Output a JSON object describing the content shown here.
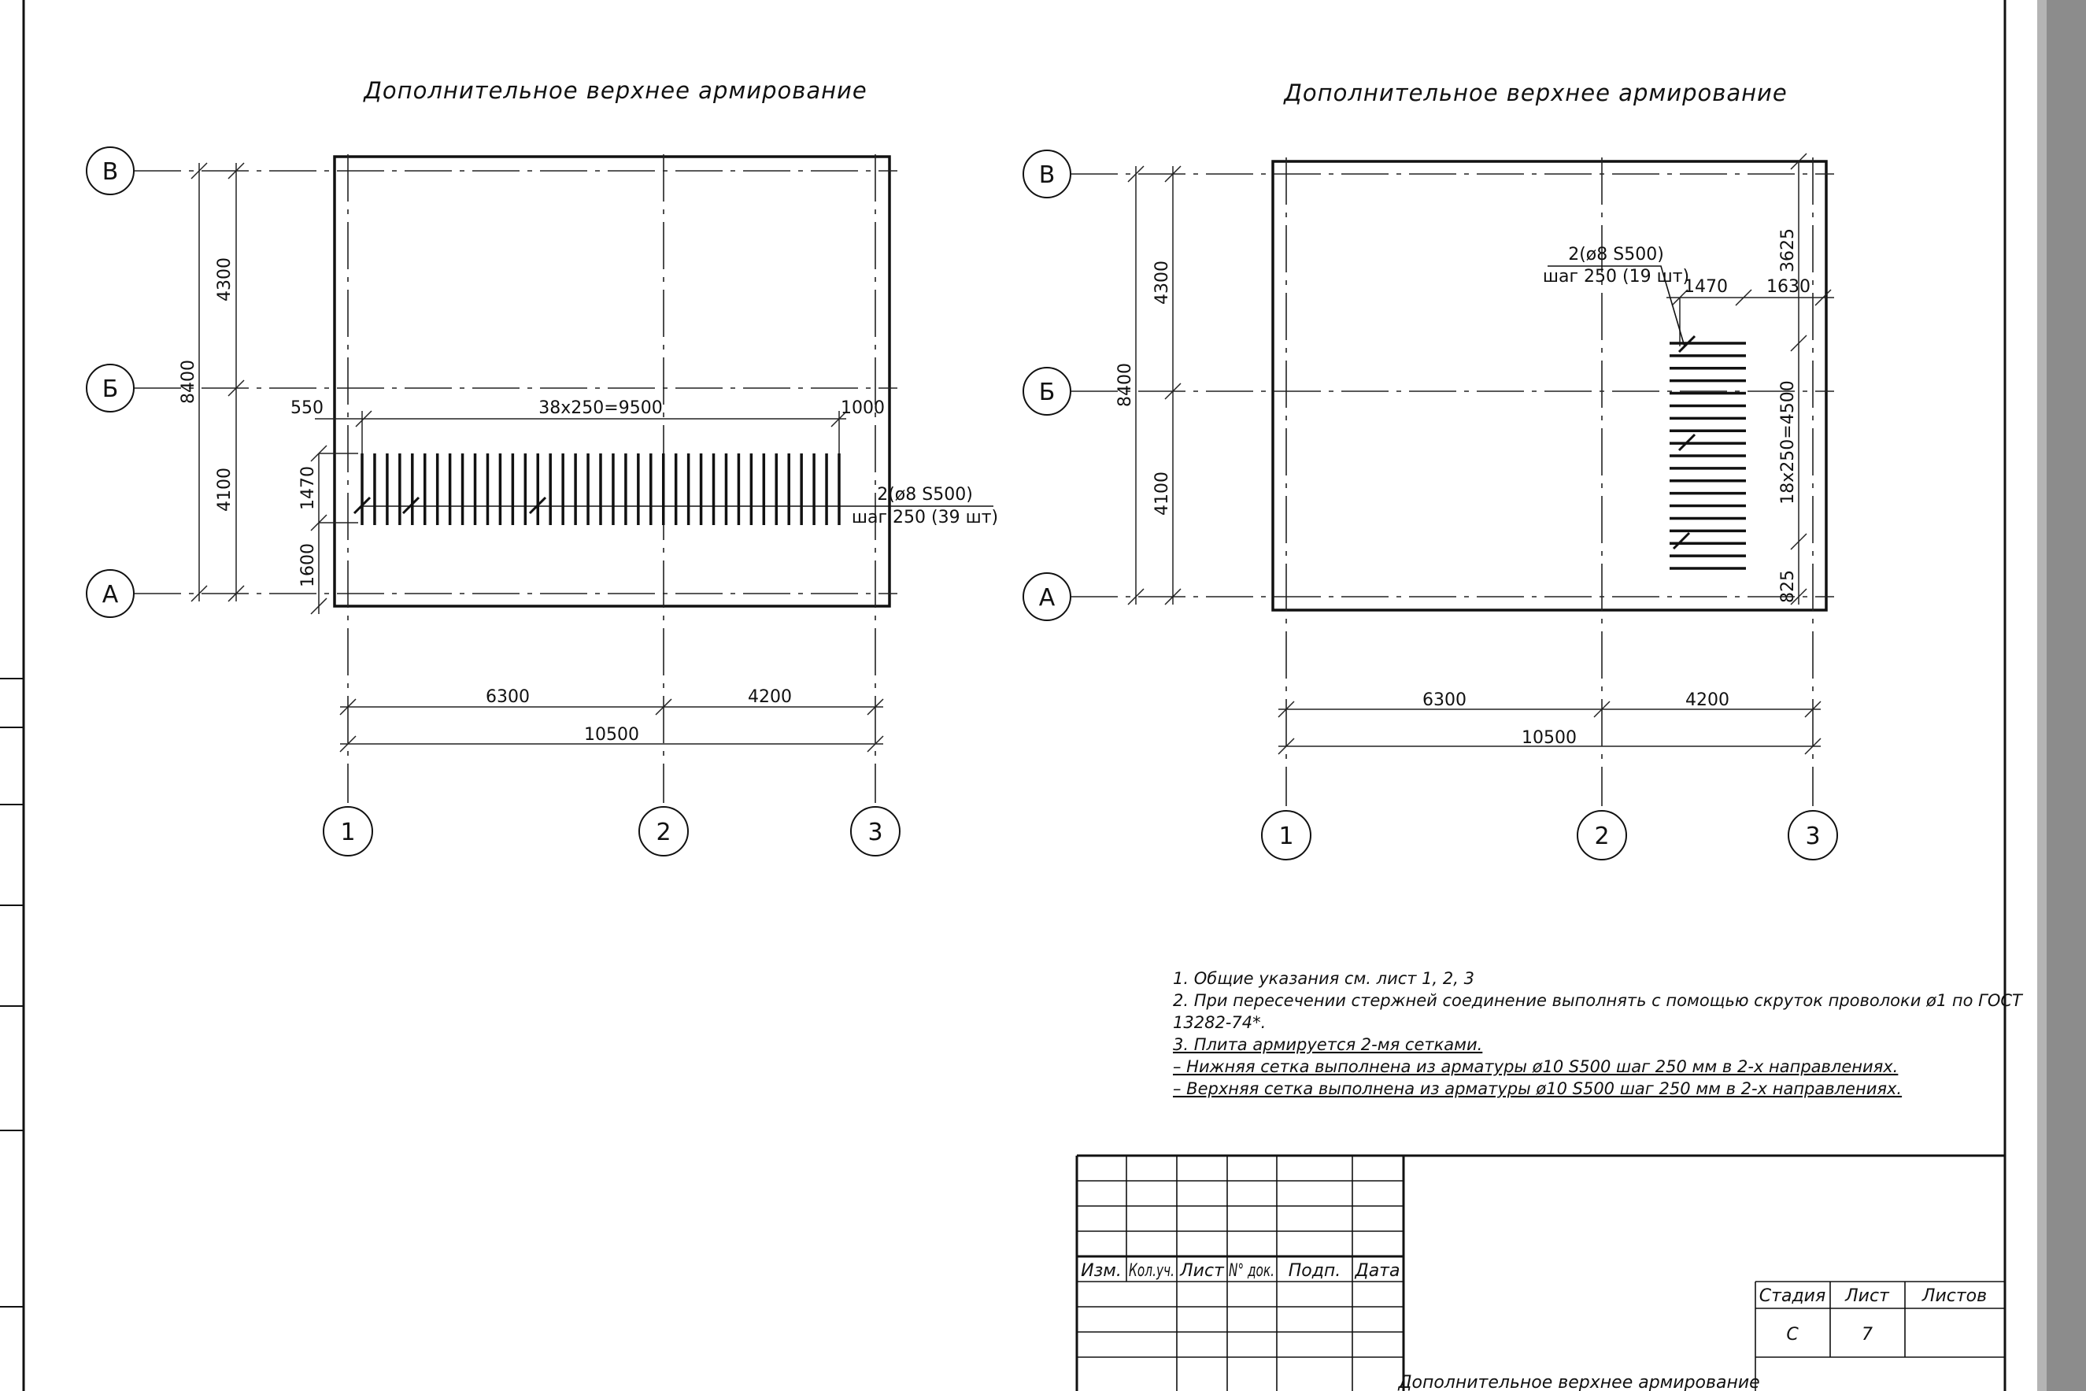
{
  "drawings": [
    {
      "title": "Дополнительное верхнее армирование",
      "axes_letters": [
        "В",
        "Б",
        "А"
      ],
      "axes_numbers": [
        "1",
        "2",
        "3"
      ],
      "span_dims": [
        "6300",
        "4200"
      ],
      "total_dim": "10500",
      "vert_dims": [
        "4300",
        "4100"
      ],
      "vert_total": "8400",
      "left_offset": "550",
      "spacing": "38х250=9500",
      "right_offset": "1000",
      "bar_length": "1470",
      "bottom_offset": "1600",
      "bar_spec": "2(ø8 S500)",
      "bar_step": "шаг 250 (39 шт)",
      "bar_count": 39
    },
    {
      "title": "Дополнительное верхнее армирование",
      "axes_letters": [
        "В",
        "Б",
        "А"
      ],
      "axes_numbers": [
        "1",
        "2",
        "3"
      ],
      "span_dims": [
        "6300",
        "4200"
      ],
      "total_dim": "10500",
      "vert_dims": [
        "4300",
        "4100"
      ],
      "vert_total": "8400",
      "top_offset": "3625",
      "bar_length": "1470",
      "right_offset": "1630",
      "spacing": "18х250=4500",
      "bottom_offset": "825",
      "bar_spec": "2(ø8 S500)",
      "bar_step": "шаг 250 (19 шт)",
      "bar_count": 19
    }
  ],
  "notes": [
    "1.  Общие указания см. лист 1, 2, 3",
    "2.  При пересечении  стержней  соединение выполнять с помощью скруток проволоки ø1 по ГОСТ",
    "     13282-74*.",
    "3.  Плита армируется 2-мя сетками.",
    "–        Нижняя сетка выполнена из арматуры ø10 S500 шаг 250 мм в 2-х направлениях.",
    "– Верхняя сетка выполнена из арматуры ø10 S500 шаг 250 мм в 2-х направлениях."
  ],
  "title_block": {
    "headers": [
      "Изм.",
      "Кол.уч.",
      "Лист",
      "N° док.",
      "Подп.",
      "Дата"
    ],
    "stage_label": "Стадия",
    "sheet_label": "Лист",
    "sheets_label": "Листов",
    "stage_value": "С",
    "sheet_value": "7",
    "sheet_title": "Дополнительное верхнее армирование"
  }
}
